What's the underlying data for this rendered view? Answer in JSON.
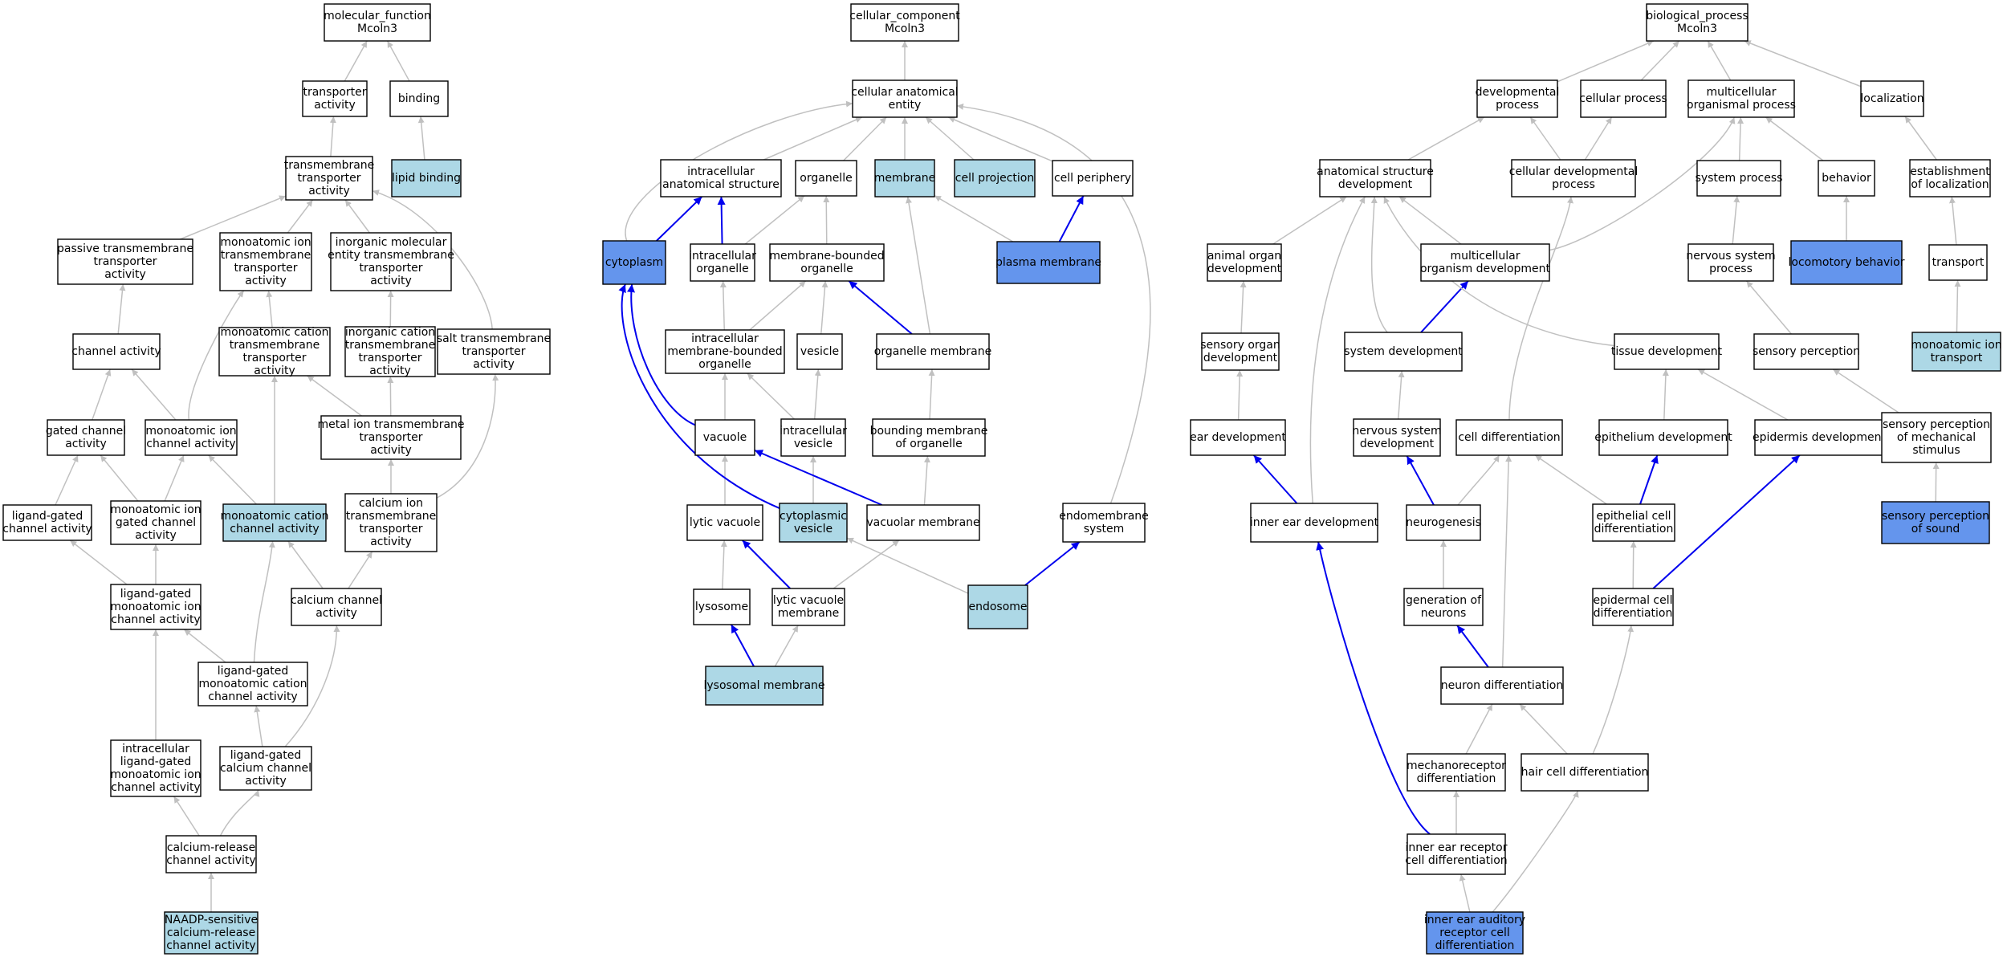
{
  "colors": {
    "plain": "#ffffff",
    "light": "#add8e6",
    "dark": "#6495ed",
    "edge_gray": "#c0c0c0",
    "edge_blue": "#0000ee"
  },
  "nodes": [
    {
      "id": "mf",
      "lines": [
        "molecular_function",
        "Mcoln3"
      ],
      "kind": "plain"
    },
    {
      "id": "ta",
      "lines": [
        "transporter",
        "activity"
      ],
      "kind": "plain"
    },
    {
      "id": "bind",
      "lines": [
        "binding"
      ],
      "kind": "plain"
    },
    {
      "id": "tmta",
      "lines": [
        "transmembrane",
        "transporter",
        "activity"
      ],
      "kind": "plain"
    },
    {
      "id": "lipid",
      "lines": [
        "lipid binding"
      ],
      "kind": "light"
    },
    {
      "id": "ptta",
      "lines": [
        "passive transmembrane",
        "transporter",
        "activity"
      ],
      "kind": "plain"
    },
    {
      "id": "mitta",
      "lines": [
        "monoatomic ion",
        "transmembrane",
        "transporter",
        "activity"
      ],
      "kind": "plain"
    },
    {
      "id": "imetta",
      "lines": [
        "inorganic molecular",
        "entity transmembrane",
        "transporter",
        "activity"
      ],
      "kind": "plain"
    },
    {
      "id": "chan",
      "lines": [
        "channel activity"
      ],
      "kind": "plain"
    },
    {
      "id": "mctta",
      "lines": [
        "monoatomic cation",
        "transmembrane",
        "transporter",
        "activity"
      ],
      "kind": "plain"
    },
    {
      "id": "icta",
      "lines": [
        "inorganic cation",
        "transmembrane",
        "transporter",
        "activity"
      ],
      "kind": "plain"
    },
    {
      "id": "salt",
      "lines": [
        "salt transmembrane",
        "transporter",
        "activity"
      ],
      "kind": "plain"
    },
    {
      "id": "gated",
      "lines": [
        "gated channel",
        "activity"
      ],
      "kind": "plain"
    },
    {
      "id": "mica",
      "lines": [
        "monoatomic ion",
        "channel activity"
      ],
      "kind": "plain"
    },
    {
      "id": "metal",
      "lines": [
        "metal ion transmembrane",
        "transporter",
        "activity"
      ],
      "kind": "plain"
    },
    {
      "id": "lgca",
      "lines": [
        "ligand-gated",
        "channel activity"
      ],
      "kind": "plain"
    },
    {
      "id": "migca",
      "lines": [
        "monoatomic ion",
        "gated channel",
        "activity"
      ],
      "kind": "plain"
    },
    {
      "id": "mcca",
      "lines": [
        "monoatomic cation",
        "channel activity"
      ],
      "kind": "light"
    },
    {
      "id": "calta",
      "lines": [
        "calcium ion",
        "transmembrane",
        "transporter",
        "activity"
      ],
      "kind": "plain"
    },
    {
      "id": "lgmica",
      "lines": [
        "ligand-gated",
        "monoatomic ion",
        "channel activity"
      ],
      "kind": "plain"
    },
    {
      "id": "cca",
      "lines": [
        "calcium channel",
        "activity"
      ],
      "kind": "plain"
    },
    {
      "id": "lgmcca",
      "lines": [
        "ligand-gated",
        "monoatomic cation",
        "channel activity"
      ],
      "kind": "plain"
    },
    {
      "id": "ilgmica",
      "lines": [
        "intracellular",
        "ligand-gated",
        "monoatomic ion",
        "channel activity"
      ],
      "kind": "plain"
    },
    {
      "id": "lgcca",
      "lines": [
        "ligand-gated",
        "calcium channel",
        "activity"
      ],
      "kind": "plain"
    },
    {
      "id": "crca",
      "lines": [
        "calcium-release",
        "channel activity"
      ],
      "kind": "plain"
    },
    {
      "id": "naadp",
      "lines": [
        "NAADP-sensitive",
        "calcium-release",
        "channel activity"
      ],
      "kind": "light"
    },
    {
      "id": "cc",
      "lines": [
        "cellular_component",
        "Mcoln3"
      ],
      "kind": "plain"
    },
    {
      "id": "cae",
      "lines": [
        "cellular anatomical",
        "entity"
      ],
      "kind": "plain"
    },
    {
      "id": "ias",
      "lines": [
        "intracellular",
        "anatomical structure"
      ],
      "kind": "plain"
    },
    {
      "id": "org",
      "lines": [
        "organelle"
      ],
      "kind": "plain"
    },
    {
      "id": "mem",
      "lines": [
        "membrane"
      ],
      "kind": "light"
    },
    {
      "id": "cproj",
      "lines": [
        "cell projection"
      ],
      "kind": "light"
    },
    {
      "id": "cper",
      "lines": [
        "cell periphery"
      ],
      "kind": "plain"
    },
    {
      "id": "cyto",
      "lines": [
        "cytoplasm"
      ],
      "kind": "dark"
    },
    {
      "id": "iorg",
      "lines": [
        "intracellular",
        "organelle"
      ],
      "kind": "plain"
    },
    {
      "id": "mbo",
      "lines": [
        "membrane-bounded",
        "organelle"
      ],
      "kind": "plain"
    },
    {
      "id": "pm",
      "lines": [
        "plasma membrane"
      ],
      "kind": "dark"
    },
    {
      "id": "imbo",
      "lines": [
        "intracellular",
        "membrane-bounded",
        "organelle"
      ],
      "kind": "plain"
    },
    {
      "id": "ves",
      "lines": [
        "vesicle"
      ],
      "kind": "plain"
    },
    {
      "id": "orgmem",
      "lines": [
        "organelle membrane"
      ],
      "kind": "plain"
    },
    {
      "id": "vac",
      "lines": [
        "vacuole"
      ],
      "kind": "plain"
    },
    {
      "id": "ives",
      "lines": [
        "intracellular",
        "vesicle"
      ],
      "kind": "plain"
    },
    {
      "id": "bmo",
      "lines": [
        "bounding membrane",
        "of organelle"
      ],
      "kind": "plain"
    },
    {
      "id": "lvac",
      "lines": [
        "lytic vacuole"
      ],
      "kind": "plain"
    },
    {
      "id": "cves",
      "lines": [
        "cytoplasmic",
        "vesicle"
      ],
      "kind": "light"
    },
    {
      "id": "vmem",
      "lines": [
        "vacuolar membrane"
      ],
      "kind": "plain"
    },
    {
      "id": "endo",
      "lines": [
        "endomembrane",
        "system"
      ],
      "kind": "plain"
    },
    {
      "id": "lyso",
      "lines": [
        "lysosome"
      ],
      "kind": "plain"
    },
    {
      "id": "lvm",
      "lines": [
        "lytic vacuole",
        "membrane"
      ],
      "kind": "plain"
    },
    {
      "id": "endos",
      "lines": [
        "endosome"
      ],
      "kind": "light"
    },
    {
      "id": "lysm",
      "lines": [
        "lysosomal membrane"
      ],
      "kind": "light"
    },
    {
      "id": "bp",
      "lines": [
        "biological_process",
        "Mcoln3"
      ],
      "kind": "plain"
    },
    {
      "id": "dev",
      "lines": [
        "developmental",
        "process"
      ],
      "kind": "plain"
    },
    {
      "id": "cellp",
      "lines": [
        "cellular process"
      ],
      "kind": "plain"
    },
    {
      "id": "mop",
      "lines": [
        "multicellular",
        "organismal process"
      ],
      "kind": "plain"
    },
    {
      "id": "loc",
      "lines": [
        "localization"
      ],
      "kind": "plain"
    },
    {
      "id": "asd",
      "lines": [
        "anatomical structure",
        "development"
      ],
      "kind": "plain"
    },
    {
      "id": "cdp",
      "lines": [
        "cellular developmental",
        "process"
      ],
      "kind": "plain"
    },
    {
      "id": "sysp",
      "lines": [
        "system process"
      ],
      "kind": "plain"
    },
    {
      "id": "beh",
      "lines": [
        "behavior"
      ],
      "kind": "plain"
    },
    {
      "id": "eloc",
      "lines": [
        "establishment",
        "of localization"
      ],
      "kind": "plain"
    },
    {
      "id": "aod",
      "lines": [
        "animal organ",
        "development"
      ],
      "kind": "plain"
    },
    {
      "id": "mod",
      "lines": [
        "multicellular",
        "organism development"
      ],
      "kind": "plain"
    },
    {
      "id": "nsp",
      "lines": [
        "nervous system",
        "process"
      ],
      "kind": "plain"
    },
    {
      "id": "locb",
      "lines": [
        "locomotory behavior"
      ],
      "kind": "dark"
    },
    {
      "id": "trans",
      "lines": [
        "transport"
      ],
      "kind": "plain"
    },
    {
      "id": "sod",
      "lines": [
        "sensory organ",
        "development"
      ],
      "kind": "plain"
    },
    {
      "id": "sysd",
      "lines": [
        "system development"
      ],
      "kind": "plain"
    },
    {
      "id": "tisd",
      "lines": [
        "tissue development"
      ],
      "kind": "plain"
    },
    {
      "id": "sper",
      "lines": [
        "sensory perception"
      ],
      "kind": "plain"
    },
    {
      "id": "mit",
      "lines": [
        "monoatomic ion",
        "transport"
      ],
      "kind": "light"
    },
    {
      "id": "eard",
      "lines": [
        "ear development"
      ],
      "kind": "plain"
    },
    {
      "id": "nsd",
      "lines": [
        "nervous system",
        "development"
      ],
      "kind": "plain"
    },
    {
      "id": "celld",
      "lines": [
        "cell differentiation"
      ],
      "kind": "plain"
    },
    {
      "id": "epd",
      "lines": [
        "epithelium development"
      ],
      "kind": "plain"
    },
    {
      "id": "epid",
      "lines": [
        "epidermis development"
      ],
      "kind": "plain"
    },
    {
      "id": "spms",
      "lines": [
        "sensory perception",
        "of mechanical",
        "stimulus"
      ],
      "kind": "plain"
    },
    {
      "id": "ied",
      "lines": [
        "inner ear development"
      ],
      "kind": "plain"
    },
    {
      "id": "neurog",
      "lines": [
        "neurogenesis"
      ],
      "kind": "plain"
    },
    {
      "id": "ecd",
      "lines": [
        "epithelial cell",
        "differentiation"
      ],
      "kind": "plain"
    },
    {
      "id": "sps",
      "lines": [
        "sensory perception",
        "of sound"
      ],
      "kind": "dark"
    },
    {
      "id": "gen",
      "lines": [
        "generation of",
        "neurons"
      ],
      "kind": "plain"
    },
    {
      "id": "ecdd",
      "lines": [
        "epidermal cell",
        "differentiation"
      ],
      "kind": "plain"
    },
    {
      "id": "nd",
      "lines": [
        "neuron differentiation"
      ],
      "kind": "plain"
    },
    {
      "id": "mrd",
      "lines": [
        "mechanoreceptor",
        "differentiation"
      ],
      "kind": "plain"
    },
    {
      "id": "hcd",
      "lines": [
        "hair cell differentiation"
      ],
      "kind": "plain"
    },
    {
      "id": "ierd",
      "lines": [
        "inner ear receptor",
        "cell differentiation"
      ],
      "kind": "plain"
    },
    {
      "id": "iearcd",
      "lines": [
        "inner ear auditory",
        "receptor cell",
        "differentiation"
      ],
      "kind": "dark"
    }
  ],
  "edges": [
    [
      "ta",
      "mf",
      "g"
    ],
    [
      "bind",
      "mf",
      "g"
    ],
    [
      "tmta",
      "ta",
      "g"
    ],
    [
      "lipid",
      "bind",
      "g"
    ],
    [
      "ptta",
      "tmta",
      "g"
    ],
    [
      "mitta",
      "tmta",
      "g"
    ],
    [
      "imetta",
      "tmta",
      "g"
    ],
    [
      "salt",
      "tmta",
      "g"
    ],
    [
      "chan",
      "ptta",
      "g"
    ],
    [
      "mctta",
      "mitta",
      "g"
    ],
    [
      "icta",
      "imetta",
      "g"
    ],
    [
      "gated",
      "chan",
      "g"
    ],
    [
      "mica",
      "chan",
      "g"
    ],
    [
      "mica",
      "mitta",
      "g"
    ],
    [
      "metal",
      "icta",
      "g"
    ],
    [
      "metal",
      "mctta",
      "g"
    ],
    [
      "lgca",
      "gated",
      "g"
    ],
    [
      "migca",
      "gated",
      "g"
    ],
    [
      "migca",
      "mica",
      "g"
    ],
    [
      "mcca",
      "mica",
      "g"
    ],
    [
      "mcca",
      "mctta",
      "g"
    ],
    [
      "calta",
      "metal",
      "g"
    ],
    [
      "calta",
      "salt",
      "g"
    ],
    [
      "lgmica",
      "lgca",
      "g"
    ],
    [
      "lgmica",
      "migca",
      "g"
    ],
    [
      "cca",
      "mcca",
      "g"
    ],
    [
      "cca",
      "calta",
      "g"
    ],
    [
      "lgmcca",
      "lgmica",
      "g"
    ],
    [
      "lgmcca",
      "mcca",
      "g"
    ],
    [
      "ilgmica",
      "lgmica",
      "g"
    ],
    [
      "lgcca",
      "lgmcca",
      "g"
    ],
    [
      "lgcca",
      "cca",
      "g"
    ],
    [
      "crca",
      "ilgmica",
      "g"
    ],
    [
      "crca",
      "lgcca",
      "g"
    ],
    [
      "naadp",
      "crca",
      "g"
    ],
    [
      "cae",
      "cc",
      "g"
    ],
    [
      "ias",
      "cae",
      "g"
    ],
    [
      "org",
      "cae",
      "g"
    ],
    [
      "mem",
      "cae",
      "g"
    ],
    [
      "cproj",
      "cae",
      "g"
    ],
    [
      "cper",
      "cae",
      "g"
    ],
    [
      "cyto",
      "cae",
      "g"
    ],
    [
      "endo",
      "cae",
      "g"
    ],
    [
      "cyto",
      "ias",
      "b"
    ],
    [
      "iorg",
      "ias",
      "b"
    ],
    [
      "iorg",
      "org",
      "g"
    ],
    [
      "mbo",
      "org",
      "g"
    ],
    [
      "pm",
      "cper",
      "b"
    ],
    [
      "pm",
      "mem",
      "g"
    ],
    [
      "imbo",
      "iorg",
      "g"
    ],
    [
      "imbo",
      "mbo",
      "g"
    ],
    [
      "ves",
      "mbo",
      "g"
    ],
    [
      "orgmem",
      "mbo",
      "b"
    ],
    [
      "orgmem",
      "mem",
      "g"
    ],
    [
      "vac",
      "cyto",
      "b"
    ],
    [
      "vac",
      "imbo",
      "g"
    ],
    [
      "ives",
      "imbo",
      "g"
    ],
    [
      "ives",
      "ves",
      "g"
    ],
    [
      "bmo",
      "orgmem",
      "g"
    ],
    [
      "lvac",
      "vac",
      "g"
    ],
    [
      "cves",
      "ives",
      "g"
    ],
    [
      "cves",
      "cyto",
      "b"
    ],
    [
      "vmem",
      "vac",
      "b"
    ],
    [
      "vmem",
      "bmo",
      "g"
    ],
    [
      "lyso",
      "lvac",
      "g"
    ],
    [
      "lvm",
      "lvac",
      "b"
    ],
    [
      "lvm",
      "vmem",
      "g"
    ],
    [
      "endos",
      "cves",
      "g"
    ],
    [
      "endos",
      "endo",
      "b"
    ],
    [
      "lysm",
      "lyso",
      "b"
    ],
    [
      "lysm",
      "lvm",
      "g"
    ],
    [
      "dev",
      "bp",
      "g"
    ],
    [
      "cellp",
      "bp",
      "g"
    ],
    [
      "mop",
      "bp",
      "g"
    ],
    [
      "loc",
      "bp",
      "g"
    ],
    [
      "asd",
      "dev",
      "g"
    ],
    [
      "cdp",
      "dev",
      "g"
    ],
    [
      "cdp",
      "cellp",
      "g"
    ],
    [
      "sysp",
      "mop",
      "g"
    ],
    [
      "beh",
      "mop",
      "g"
    ],
    [
      "eloc",
      "loc",
      "g"
    ],
    [
      "aod",
      "asd",
      "g"
    ],
    [
      "mod",
      "asd",
      "g"
    ],
    [
      "mod",
      "mop",
      "g"
    ],
    [
      "nsp",
      "sysp",
      "g"
    ],
    [
      "locb",
      "beh",
      "g"
    ],
    [
      "trans",
      "eloc",
      "g"
    ],
    [
      "sod",
      "aod",
      "g"
    ],
    [
      "sysd",
      "mod",
      "b"
    ],
    [
      "sysd",
      "asd",
      "g"
    ],
    [
      "tisd",
      "asd",
      "g"
    ],
    [
      "sper",
      "nsp",
      "g"
    ],
    [
      "mit",
      "trans",
      "g"
    ],
    [
      "eard",
      "sod",
      "g"
    ],
    [
      "nsd",
      "sysd",
      "g"
    ],
    [
      "celld",
      "cdp",
      "g"
    ],
    [
      "epd",
      "tisd",
      "g"
    ],
    [
      "epid",
      "tisd",
      "g"
    ],
    [
      "spms",
      "sper",
      "g"
    ],
    [
      "ied",
      "eard",
      "b"
    ],
    [
      "ied",
      "asd",
      "g"
    ],
    [
      "neurog",
      "nsd",
      "b"
    ],
    [
      "neurog",
      "celld",
      "g"
    ],
    [
      "ecd",
      "epd",
      "b"
    ],
    [
      "ecd",
      "celld",
      "g"
    ],
    [
      "sps",
      "spms",
      "g"
    ],
    [
      "gen",
      "neurog",
      "g"
    ],
    [
      "ecdd",
      "epid",
      "b"
    ],
    [
      "ecdd",
      "ecd",
      "g"
    ],
    [
      "nd",
      "gen",
      "b"
    ],
    [
      "nd",
      "celld",
      "g"
    ],
    [
      "mrd",
      "nd",
      "g"
    ],
    [
      "hcd",
      "nd",
      "g"
    ],
    [
      "hcd",
      "ecdd",
      "g"
    ],
    [
      "ierd",
      "mrd",
      "g"
    ],
    [
      "ierd",
      "ied",
      "b"
    ],
    [
      "iearcd",
      "ierd",
      "g"
    ],
    [
      "iearcd",
      "hcd",
      "g"
    ]
  ]
}
